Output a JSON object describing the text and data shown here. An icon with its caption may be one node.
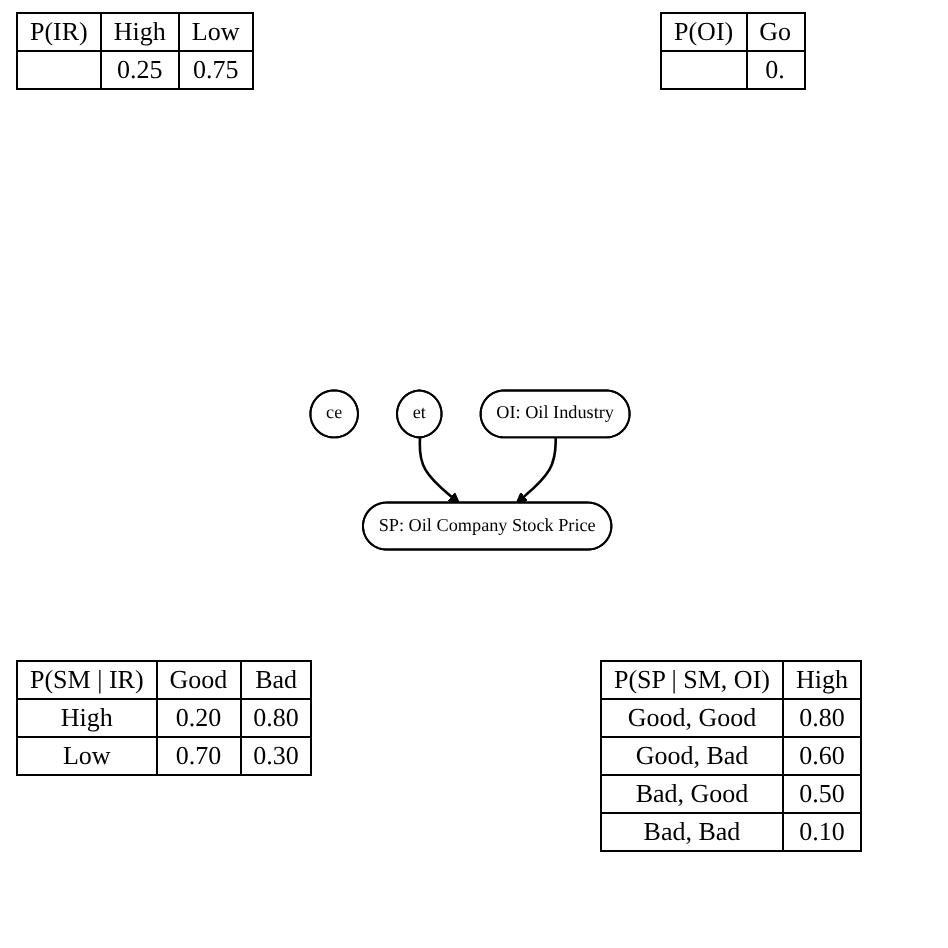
{
  "diagram": {
    "nodes": [
      {
        "text": [
          "ce"
        ]
      },
      {
        "text": [
          "et"
        ]
      },
      {
        "text": [
          "OI: Oil Industry"
        ]
      },
      {
        "text": [
          "SP: Oil Company Stock Price"
        ]
      }
    ],
    "edges": [
      {
        "from": 1,
        "to": 3,
        "arrow": "to"
      },
      {
        "from": 2,
        "to": 3,
        "arrow": "to"
      }
    ],
    "labels": [
      "P(IR)",
      "High",
      "Low",
      "0.25",
      "0.75",
      "P(SM | IR)",
      "Good",
      "Bad",
      "High",
      "0.20",
      "0.80",
      "Low",
      "0.70",
      "0.30",
      "P(OI)",
      "Go",
      "0.",
      "P(SP | SM, OI)",
      "High",
      "Good, Good",
      "0.80",
      "Good, Bad",
      "0.60",
      "Bad, Good",
      "0.50",
      "Bad, Bad",
      "0.10"
    ]
  }
}
